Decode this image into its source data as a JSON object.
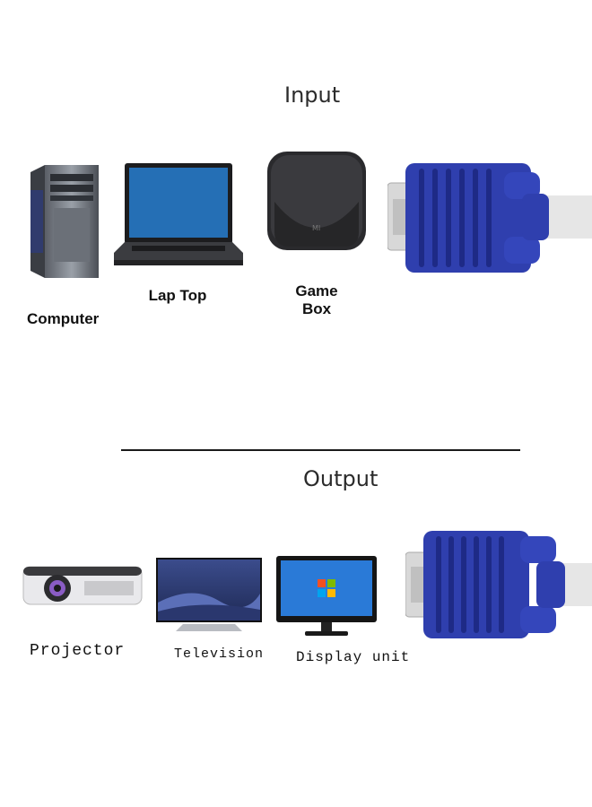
{
  "input": {
    "title": "Input",
    "devices": {
      "computer": "Computer",
      "laptop": "Lap Top",
      "game_box_line1": "Game",
      "game_box_line2": "Box"
    }
  },
  "output": {
    "title": "Output",
    "devices": {
      "projector": "Projector",
      "television": "Television",
      "display_unit": "Display unit"
    }
  },
  "colors": {
    "connector_blue": "#2f3fae",
    "connector_dark": "#1e2a86",
    "divider": "#1a1a1a"
  },
  "icons": [
    "computer-tower-icon",
    "laptop-icon",
    "game-box-icon",
    "vga-connector-icon",
    "projector-icon",
    "television-icon",
    "monitor-icon"
  ]
}
